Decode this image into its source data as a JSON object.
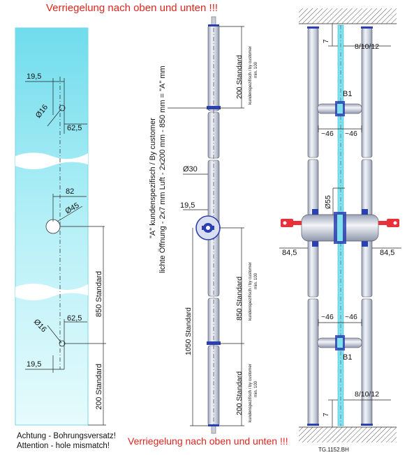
{
  "titles": {
    "top": "Verriegelung nach oben und unten !!!",
    "bottom": "Verriegelung nach oben und unten !!!"
  },
  "warning": {
    "line1": "Achtung - Bohrungsversatz!",
    "line2": "Attention - hole mismatch!"
  },
  "reference": "TG.1152.BH",
  "glass_panel": {
    "dims": {
      "top_offset": "19,5",
      "top_hole_dia": "Ø16",
      "top_hole_x": "62,5",
      "lock_x": "82",
      "lock_dia": "Ø45",
      "bottom_hole_dia": "Ø16",
      "bottom_hole_x": "62,5",
      "bottom_offset": "19,5",
      "std_850": "850 Standard",
      "std_200": "200 Standard"
    }
  },
  "rod": {
    "dims": {
      "std_200_top": "200 Standard",
      "note_top": "kundenspezifisch / by customer",
      "note_top_min": "min. 100",
      "dia_30": "Ø30",
      "offset_19_5": "19,5",
      "std_850": "850 Standard",
      "note_mid": "kundenspezifisch / by customer",
      "note_mid_min": "min. 100",
      "std_1050": "1050 Standard",
      "std_200_bottom": "200 Standard",
      "note_bottom": "kundenspezifisch / by customer",
      "note_bottom_min": "min. 100"
    },
    "annotation": {
      "line1": "\"A\" kundenspezifisch / By customer",
      "line2": "lichte Öffnung - 2x7 mm Luft - 2x200 mm - 850 mm = \"A\" mm"
    }
  },
  "door_view": {
    "dims": {
      "gap_top": "7",
      "glass_top": "8/10/12",
      "b1_top": "B1",
      "left_46_top": "~46",
      "right_46_top": "~46",
      "lock_dia": "Ø55",
      "left_84_5": "84,5",
      "right_84_5": "84,5",
      "left_46_bottom": "~46",
      "right_46_bottom": "~46",
      "b1_bottom": "B1",
      "glass_bottom": "8/10/12",
      "gap_bottom": "7"
    }
  },
  "colors": {
    "title_red": "#e0251f",
    "glass_cyan": "#7fe3ef",
    "rod_blue": "#2a3fb0",
    "key_red": "#e8313a"
  }
}
